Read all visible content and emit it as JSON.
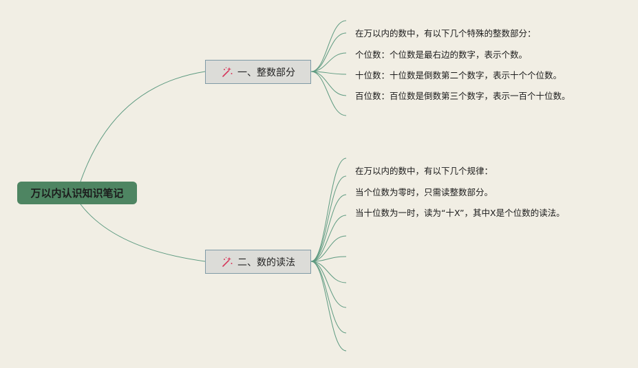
{
  "root": {
    "label": "万以内认识知识笔记"
  },
  "colors": {
    "background": "#f1eee4",
    "root_fill": "#4e8562",
    "line": "#5d9a80",
    "icon": "#d6365a"
  },
  "branches": [
    {
      "label": "一、整数部分",
      "icon": "magic-wand-sparkle-icon",
      "leaves": [
        "在万以内的数中，有以下几个特殊的整数部分：",
        "个位数：个位数是最右边的数字，表示个数。",
        "十位数：十位数是倒数第二个数字，表示十个个位数。",
        "百位数：百位数是倒数第三个数字，表示一百个十位数。"
      ]
    },
    {
      "label": "二、数的读法",
      "icon": "magic-wand-sparkle-icon",
      "leaves": [
        "在万以内的数中，有以下几个规律：",
        "当个位数为零时，只需读整数部分。",
        "当十位数为一时，读为“十X”，其中X是个位数的读法。"
      ]
    }
  ]
}
